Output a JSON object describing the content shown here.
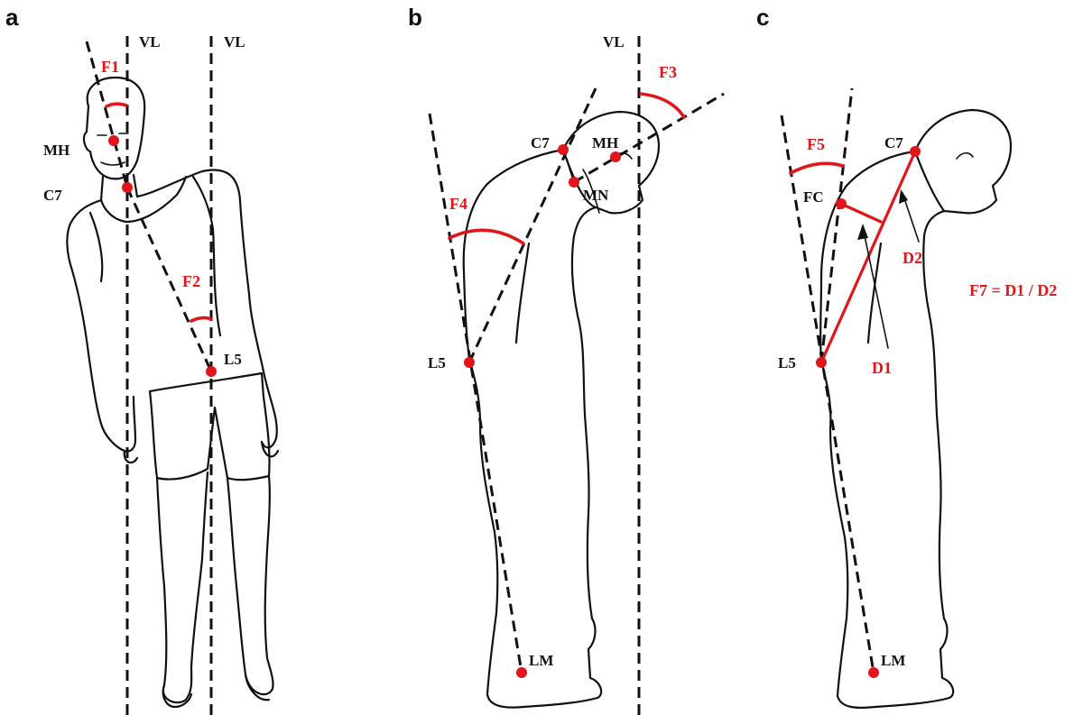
{
  "panels": [
    {
      "letter": "a",
      "labels": {
        "vl_left": "VL",
        "vl_right": "VL",
        "mh": "MH",
        "c7": "C7",
        "l5": "L5"
      },
      "angles": {
        "f1": "F1",
        "f2": "F2"
      }
    },
    {
      "letter": "b",
      "labels": {
        "vl": "VL",
        "c7": "C7",
        "mh": "MH",
        "mn": "MN",
        "l5": "L5",
        "lm": "LM"
      },
      "angles": {
        "f3": "F3",
        "f4": "F4"
      }
    },
    {
      "letter": "c",
      "labels": {
        "c7": "C7",
        "fc": "FC",
        "l5": "L5",
        "lm": "LM"
      },
      "angles": {
        "f5": "F5",
        "d1": "D1",
        "d2": "D2",
        "formula": "F7 = D1 / D2"
      }
    }
  ],
  "colors": {
    "landmark": "#e0161b",
    "outline": "#111111"
  }
}
